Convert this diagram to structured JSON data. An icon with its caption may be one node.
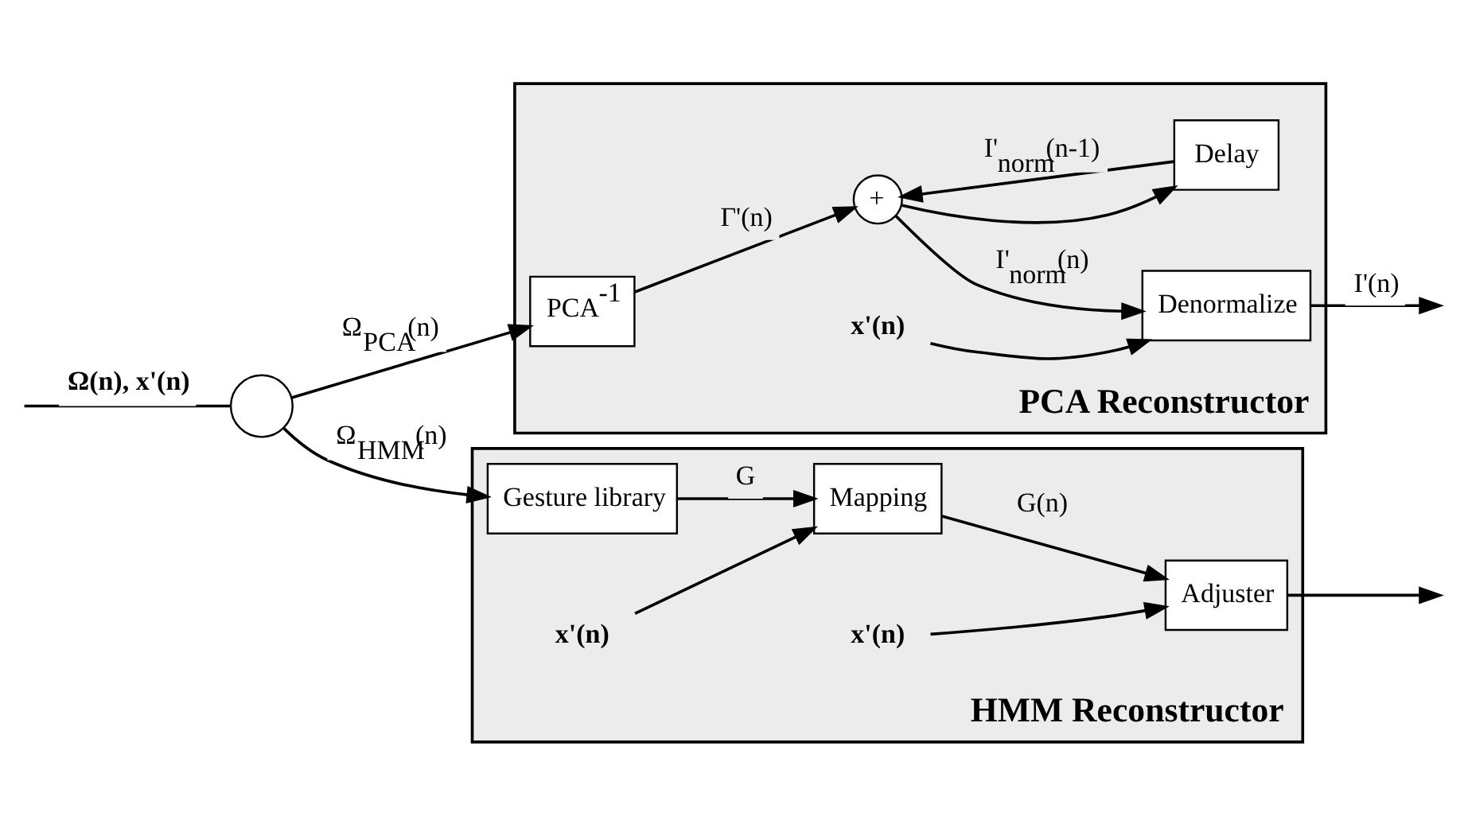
{
  "diagram": {
    "nodes": [
      {
        "text": [
          "PCA Reconstructor"
        ]
      },
      {
        "text": [
          "PCA$^{-1}$"
        ],
        "in": 0
      },
      {
        "text": [
          "+"
        ],
        "in": 0
      },
      {
        "text": [
          "Denormalize"
        ],
        "in": 0
      },
      {
        "text": [
          "Delay"
        ],
        "in": 0
      },
      {
        "text": [
          "x'(n)"
        ],
        "in": 0
      },
      {
        "text": [
          "HMM Reconstructor"
        ]
      },
      {
        "text": [
          "Gesture library"
        ],
        "in": 6
      },
      {
        "text": [
          "Mapping"
        ],
        "in": 6
      },
      {
        "text": [
          "Adjuster"
        ],
        "in": 6
      },
      {
        "text": [
          "x'(n)"
        ],
        "in": 6
      },
      {
        "text": [
          "x'(n)"
        ],
        "in": 6
      },
      {
        "text": [],
        "shape": "circle"
      }
    ],
    "edges": [
      {
        "from": null,
        "to": 12,
        "arrow": "none",
        "label": "Ω(n), x'(n)"
      },
      {
        "from": 12,
        "to": 1,
        "arrow": "to",
        "label": "Ω$_{PCA}$(n)"
      },
      {
        "from": 1,
        "to": 2,
        "arrow": "to",
        "label": "Γ'(n)"
      },
      {
        "from": 2,
        "to": 3,
        "arrow": "to",
        "label": "I'$_{norm}$(n)"
      },
      {
        "from": 2,
        "to": 4,
        "arrow": "to"
      },
      {
        "from": 4,
        "to": 2,
        "arrow": "to",
        "label": "I'$_{norm}$(n-1)"
      },
      {
        "from": 5,
        "to": 3,
        "arrow": "to"
      },
      {
        "from": 12,
        "to": 7,
        "arrow": "to",
        "label": "Ω$_{HMM}$(n)"
      },
      {
        "from": 7,
        "to": 8,
        "arrow": "to",
        "label": "G"
      },
      {
        "from": 8,
        "to": 9,
        "arrow": "to",
        "label": "G(n)"
      },
      {
        "from": 10,
        "to": 8,
        "arrow": "to"
      },
      {
        "from": 11,
        "to": 9,
        "arrow": "to"
      },
      {
        "from": 3,
        "to": null,
        "arrow": "to",
        "label": "I'(n)"
      },
      {
        "from": 9,
        "to": null,
        "arrow": "to"
      }
    ]
  }
}
